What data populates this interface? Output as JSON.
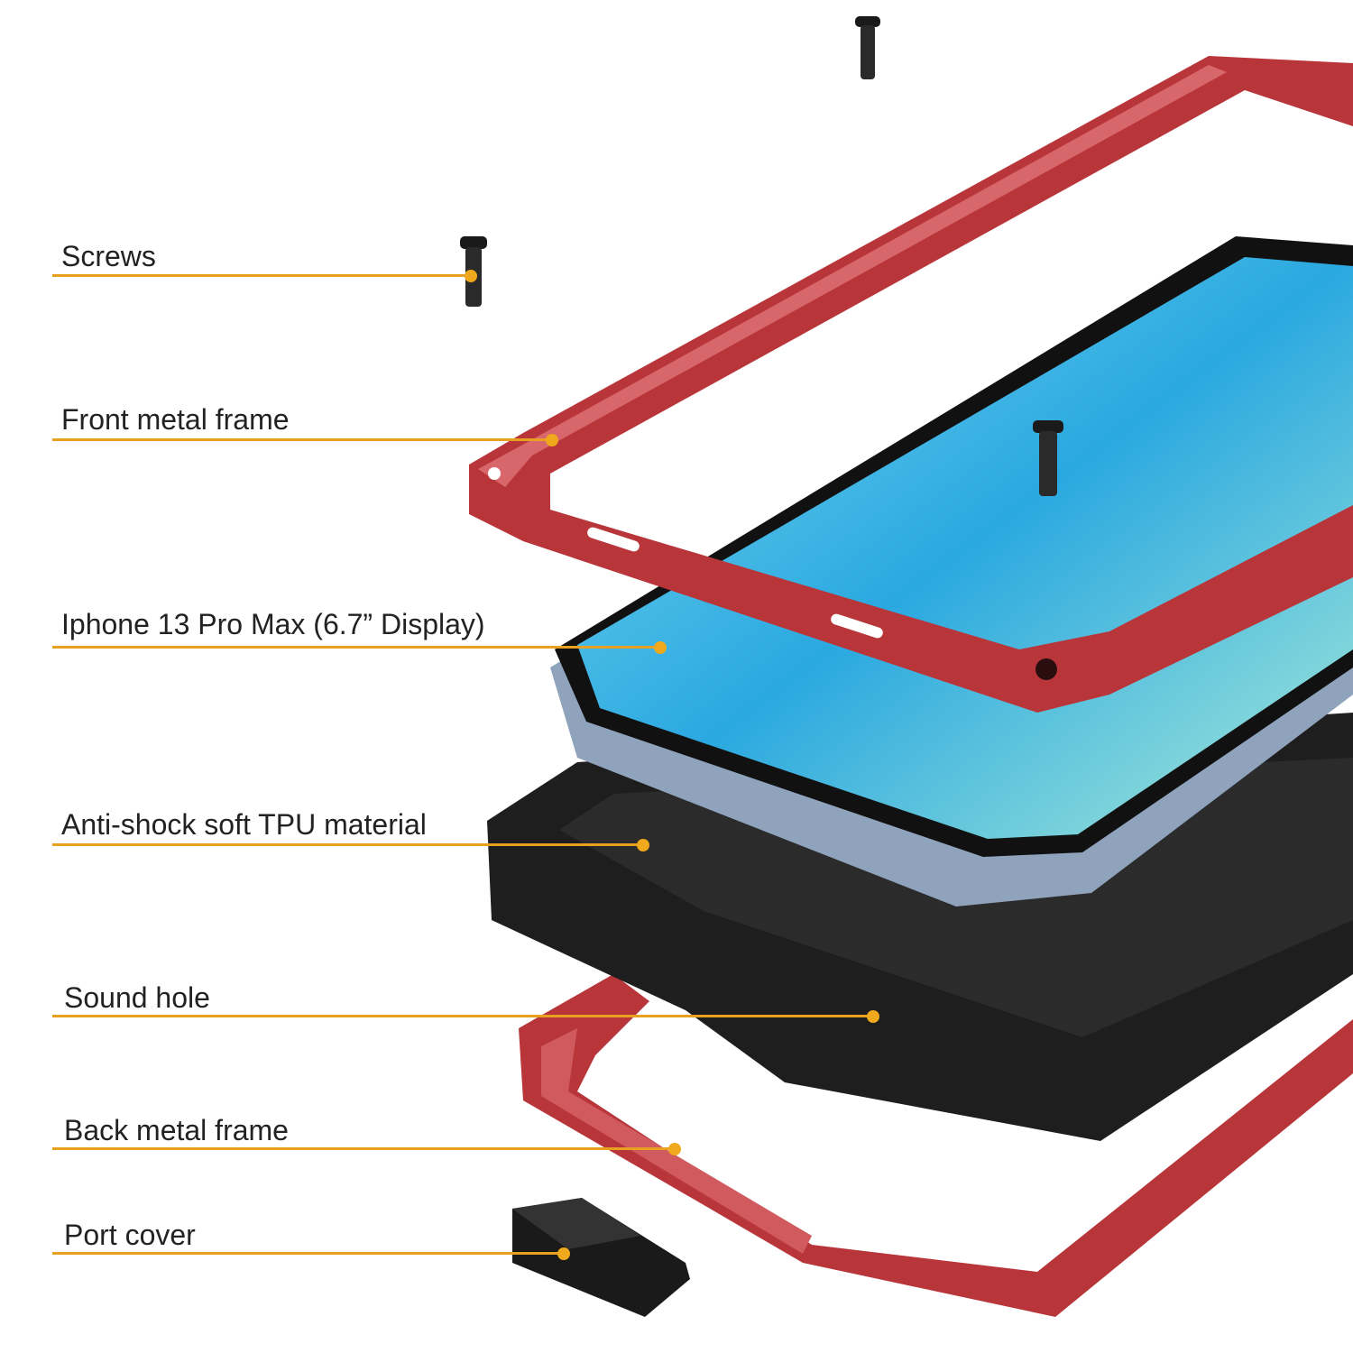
{
  "colors": {
    "leader": "#e8a020",
    "frame": "#b8353a",
    "tpu": "#1e1e1e",
    "phone_body": "#8fa3bd",
    "screen": "#5ccde8"
  },
  "callouts": [
    {
      "label": "Screws"
    },
    {
      "label": "Front metal frame"
    },
    {
      "label": "Iphone 13 Pro Max (6.7” Display)"
    },
    {
      "label": "Anti-shock soft TPU material"
    },
    {
      "label": "Sound hole"
    },
    {
      "label": "Back metal frame"
    },
    {
      "label": "Port cover"
    }
  ]
}
